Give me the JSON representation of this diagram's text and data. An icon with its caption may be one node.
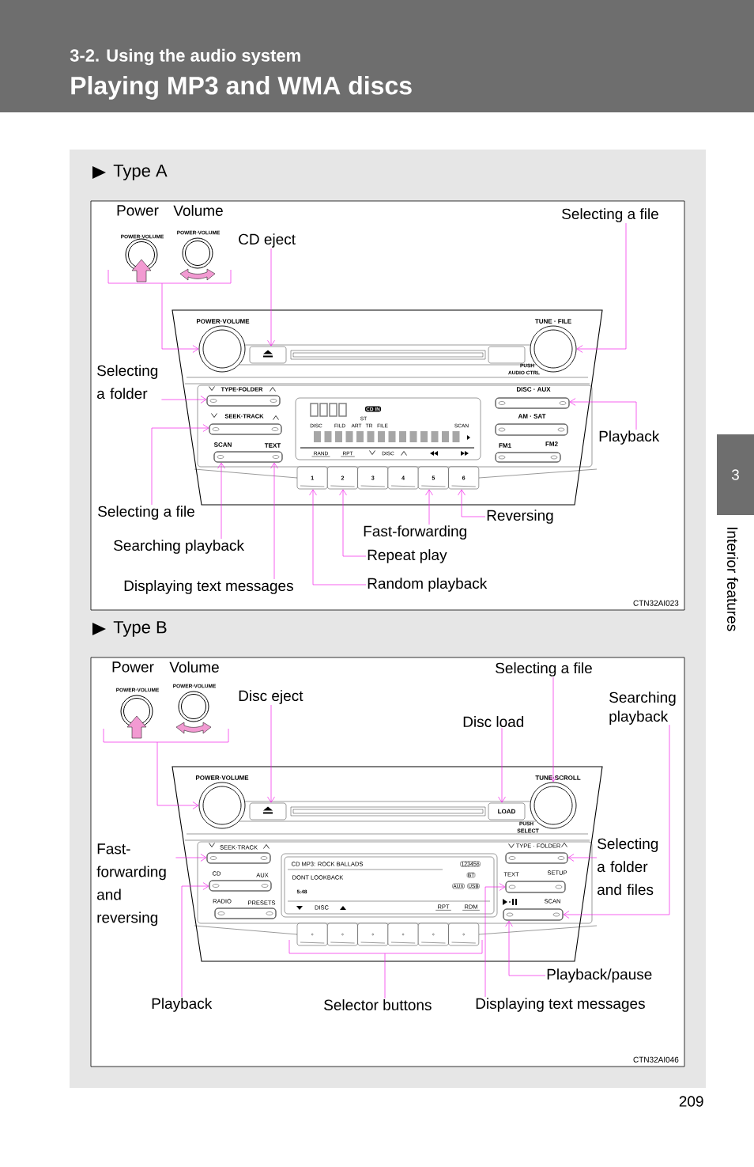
{
  "diagram": {
    "title": "Playing MP3 and WMA discs",
    "nodes": [
      {
        "text": [
          "Type A",
          "CTN32AI023"
        ]
      },
      {
        "text": [
          "Power",
          "Volume"
        ],
        "in": 0
      },
      {
        "text": [
          "CD eject"
        ],
        "in": 0
      },
      {
        "text": [
          "Selecting a file"
        ],
        "in": 0
      },
      {
        "text": [
          "POWER·VOLUME"
        ],
        "in": 0
      },
      {
        "text": [],
        "shape": "box",
        "in": 0
      },
      {
        "text": [
          "TUNE · FILE"
        ],
        "in": 0
      },
      {
        "text": [
          "Selecting a folder"
        ],
        "in": 0
      },
      {
        "text": [
          "TYPE·FOLDER"
        ],
        "in": 0
      },
      {
        "text": [
          "DISC · AUX"
        ],
        "in": 0
      },
      {
        "text": [
          "SEEK·TRACK"
        ],
        "in": 0
      },
      {
        "text": [
          "AM · SAT"
        ],
        "in": 0
      },
      {
        "text": [
          "Playback"
        ],
        "in": 0
      },
      {
        "text": [
          "SCAN",
          "TEXT"
        ],
        "in": 0
      },
      {
        "text": [
          "FM1",
          "FM2"
        ],
        "in": 0
      },
      {
        "text": [
          "1"
        ],
        "in": 0
      },
      {
        "text": [
          "2"
        ],
        "in": 0
      },
      {
        "text": [
          "3"
        ],
        "in": 0
      },
      {
        "text": [
          "4"
        ],
        "in": 0
      },
      {
        "text": [
          "5"
        ],
        "in": 0
      },
      {
        "text": [
          "6"
        ],
        "in": 0
      },
      {
        "text": [
          "Selecting a file"
        ],
        "in": 0
      },
      {
        "text": [
          "Reversing"
        ],
        "in": 0
      },
      {
        "text": [
          "Fast-forwarding"
        ],
        "in": 0
      },
      {
        "text": [
          "Searching playback"
        ],
        "in": 0
      },
      {
        "text": [
          "Repeat play"
        ],
        "in": 0
      },
      {
        "text": [
          "Displaying text messages"
        ],
        "in": 0
      },
      {
        "text": [
          "Random playback"
        ],
        "in": 0
      },
      {
        "text": [
          "Type B",
          "CTN32AI046"
        ]
      },
      {
        "text": [
          "Power",
          "Volume"
        ],
        "in": 28
      },
      {
        "text": [
          "Selecting a file"
        ],
        "in": 28
      },
      {
        "text": [
          "Disc eject"
        ],
        "in": 28
      },
      {
        "text": [
          "Searching playback"
        ],
        "in": 28
      },
      {
        "text": [
          "Disc load"
        ],
        "in": 28
      },
      {
        "text": [
          "POWER·VOLUME"
        ],
        "in": 28
      },
      {
        "text": [],
        "shape": "box",
        "in": 28
      },
      {
        "text": [
          "LOAD"
        ],
        "in": 28
      },
      {
        "text": [
          "TUNE·SCROLL"
        ],
        "in": 28
      },
      {
        "text": [
          "SEEK·TRACK"
        ],
        "in": 28
      },
      {
        "text": [
          "TYPE · FOLDER"
        ],
        "in": 28
      },
      {
        "text": [
          "Fast-forwarding and reversing"
        ],
        "in": 28
      },
      {
        "text": [
          "Selecting a folder and files"
        ],
        "in": 28
      },
      {
        "text": [
          "CD",
          "AUX"
        ],
        "in": 28
      },
      {
        "text": [
          "TEXT",
          "SETUP"
        ],
        "in": 28
      },
      {
        "text": [
          "RADIO",
          "PRESETS"
        ],
        "in": 28
      },
      {
        "text": [
          "SCAN"
        ],
        "in": 28
      },
      {
        "text": [],
        "shape": "box",
        "in": 28
      },
      {
        "text": [],
        "shape": "box",
        "in": 28
      },
      {
        "text": [],
        "shape": "box",
        "in": 28
      },
      {
        "text": [],
        "shape": "box",
        "in": 28
      },
      {
        "text": [],
        "shape": "box",
        "in": 28
      },
      {
        "text": [],
        "shape": "box",
        "in": 28
      },
      {
        "text": [
          "Playback/pause"
        ],
        "in": 28
      },
      {
        "text": [
          "Playback"
        ],
        "in": 28
      },
      {
        "text": [
          "Selector buttons"
        ],
        "in": 28
      },
      {
        "text": [
          "Displaying text messages"
        ],
        "in": 28
      },
      {
        "text": [
          "3"
        ],
        "beside": [
          "Interior features"
        ]
      },
      {
        "text": [],
        "shape": "bracket",
        "in": 28
      }
    ],
    "edges": [
      {
        "from": 1,
        "to": 4,
        "arrow": "to"
      },
      {
        "from": 2,
        "to": 5,
        "arrow": "to"
      },
      {
        "from": 3,
        "to": 6,
        "arrow": "to"
      },
      {
        "from": 7,
        "to": 8,
        "arrow": "to"
      },
      {
        "from": 12,
        "to": 9,
        "arrow": "to"
      },
      {
        "from": 21,
        "to": 10,
        "arrow": "to"
      },
      {
        "from": 22,
        "to": 20,
        "arrow": "to"
      },
      {
        "from": 23,
        "to": 19,
        "arrow": "to"
      },
      {
        "from": 24,
        "to": 13,
        "arrow": "to"
      },
      {
        "from": 25,
        "to": 16,
        "arrow": "to"
      },
      {
        "from": 26,
        "to": 13,
        "arrow": "to"
      },
      {
        "from": 27,
        "to": 15,
        "arrow": "to"
      },
      {
        "from": 29,
        "to": 34,
        "arrow": "to"
      },
      {
        "from": 30,
        "to": 37,
        "arrow": "to"
      },
      {
        "from": 31,
        "to": 35,
        "arrow": "to"
      },
      {
        "from": 32,
        "to": 45,
        "arrow": "to"
      },
      {
        "from": 33,
        "to": 36,
        "arrow": "to"
      },
      {
        "from": 40,
        "to": 38,
        "arrow": "to"
      },
      {
        "from": 41,
        "to": 39,
        "arrow": "to"
      },
      {
        "from": 52,
        "to": 45,
        "arrow": "to"
      },
      {
        "from": 53,
        "to": 42,
        "arrow": "to"
      },
      {
        "from": 54,
        "to": 57,
        "arrow": "none"
      },
      {
        "from": 55,
        "to": 43,
        "arrow": "to"
      }
    ],
    "labels": [
      "3-2. Using the audio system",
      "POWER·VOLUME",
      "POWER·VOLUME",
      "PUSH",
      "AUDIO CTRL",
      "CD IN",
      "ST",
      "DISC",
      "FILD",
      "ART",
      "TR",
      "FILE",
      "SCAN",
      "RAND",
      "RPT",
      "DISC",
      "POWER·VOLUME",
      "POWER·VOLUME",
      "PUSH",
      "SELECT",
      "CD MP3: ROCK BALLADS",
      "123456",
      "DONT LOOKBACK",
      "BT",
      "5:48",
      "AUX",
      "USB",
      "DISC",
      "RPT",
      "RDM",
      "209"
    ]
  }
}
